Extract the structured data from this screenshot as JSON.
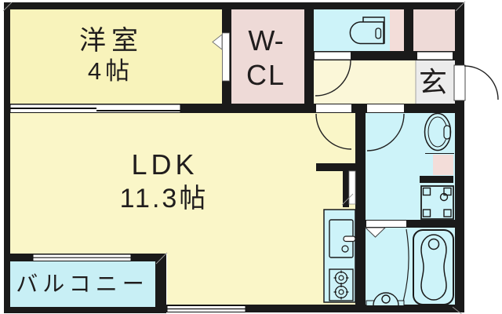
{
  "floorplan": {
    "type": "apartment-floor-plan",
    "rooms": {
      "western": {
        "name": "洋室",
        "size": "4帖"
      },
      "wcl": {
        "line1": "W-",
        "line2": "CL"
      },
      "ldk": {
        "name": "LDK",
        "size": "11.3帖"
      },
      "balcony": {
        "name": "バルコニー"
      },
      "entrance": {
        "name": "玄"
      }
    },
    "colors": {
      "wall": "#1a1a1a",
      "western_room_yellow": "#f8f3bb",
      "ldk_yellow": "#faf6c8",
      "hall_yellow": "#fbf7d8",
      "closet_pink": "#eedad7",
      "accent_pink": "#f3ddd9",
      "wet_area_cyan": "#cdf3f9",
      "balcony_cyan": "#c8eff5",
      "genkan_gray": "#ececec",
      "text": "#201d1d"
    }
  }
}
